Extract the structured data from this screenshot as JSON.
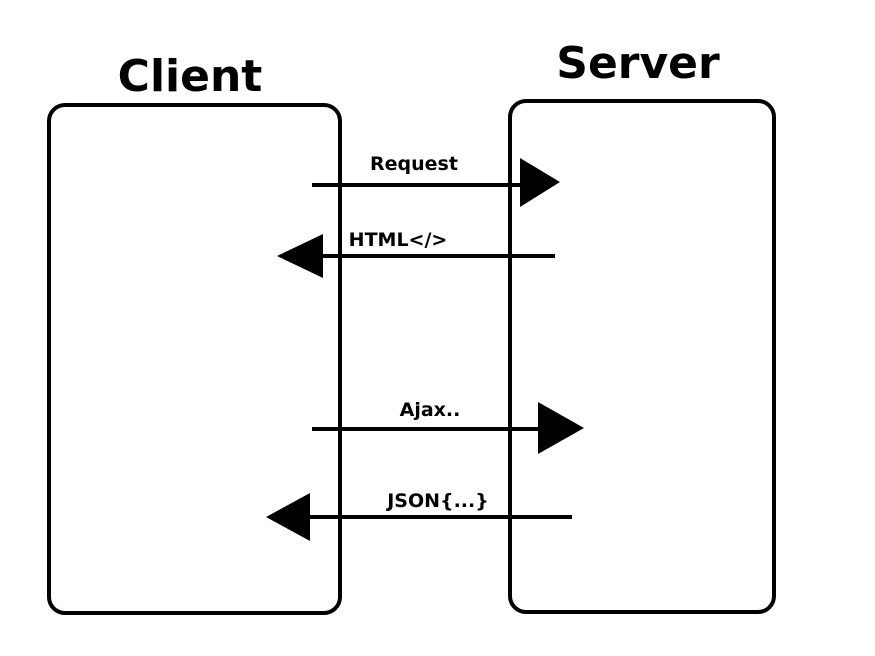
{
  "nodes": {
    "client": {
      "label": "Client"
    },
    "server": {
      "label": "Server"
    }
  },
  "edges": [
    {
      "label": "Request",
      "from": "client",
      "to": "server"
    },
    {
      "label": "HTML</>",
      "from": "server",
      "to": "client"
    },
    {
      "label": "Ajax..",
      "from": "client",
      "to": "server"
    },
    {
      "label": "JSON{...}",
      "from": "server",
      "to": "client"
    }
  ],
  "colors": {
    "stroke": "#000000",
    "background": "#ffffff"
  }
}
